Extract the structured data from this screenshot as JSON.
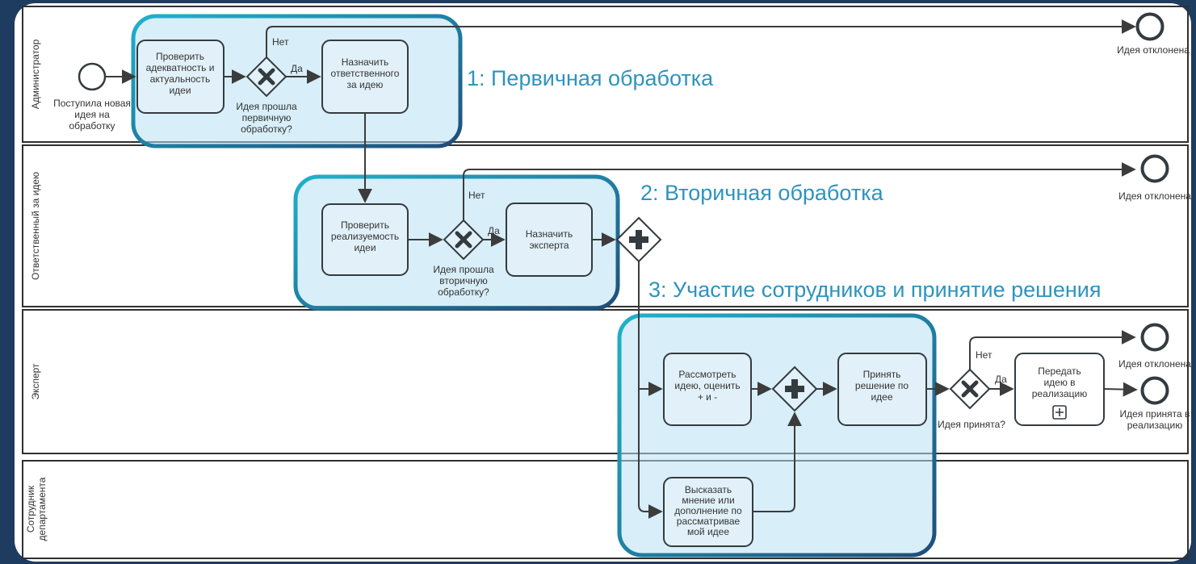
{
  "colors": {
    "background": "#1e3c60",
    "canvas": "#ffffff",
    "lane_border": "#303030",
    "flow": "#3c3c3c",
    "shape_border": "#333b40",
    "shape_fill": "#e2f1f9",
    "group_fill": "rgba(184,224,242,0.55)",
    "group_border_start": "#1fb2cc",
    "group_border_end": "#1f4e7b",
    "group_label": "#2e93be",
    "text": "#333333"
  },
  "pool": {
    "lanes": [
      {
        "label": "Администратор"
      },
      {
        "label": "Ответственный за идею"
      },
      {
        "label": "Эксперт"
      },
      {
        "lines": [
          "Сотрудник",
          "департамента"
        ]
      }
    ]
  },
  "groups": [
    {
      "label": "1: Первичная обработка"
    },
    {
      "label": "2: Вторичная обработка"
    },
    {
      "label": "3: Участие сотрудников и принятие решения"
    }
  ],
  "events": {
    "start": {
      "lines": [
        "Поступила новая",
        "идея на",
        "обработку"
      ]
    },
    "end_rejected_admin": {
      "label": "Идея отклонена"
    },
    "end_rejected_owner": {
      "label": "Идея отклонена"
    },
    "end_rejected_expert": {
      "label": "Идея отклонена"
    },
    "end_accepted": {
      "lines": [
        "Идея принята в",
        "реализацию"
      ]
    }
  },
  "tasks": {
    "check_adequacy": {
      "lines": [
        "Проверить",
        "адекватность и",
        "актуальность",
        "идеи"
      ]
    },
    "assign_owner": {
      "lines": [
        "Назначить",
        "ответственного",
        "за идею"
      ]
    },
    "check_feasibility": {
      "lines": [
        "Проверить",
        "реализуемость",
        "идеи"
      ]
    },
    "assign_expert": {
      "lines": [
        "Назначить",
        "эксперта"
      ]
    },
    "review_idea": {
      "lines": [
        "Рассмотреть",
        "идею, оценить",
        "+ и -"
      ]
    },
    "make_decision": {
      "lines": [
        "Принять",
        "решение по",
        "идее"
      ]
    },
    "transfer_idea": {
      "lines": [
        "Передать",
        "идею в",
        "реализацию"
      ]
    },
    "give_opinion": {
      "lines": [
        "Высказать",
        "мнение или",
        "дополнение по",
        "рассматривае",
        "мой идее"
      ]
    }
  },
  "gateways": {
    "primary": {
      "question": [
        "Идея прошла",
        "первичную",
        "обработку?"
      ],
      "yes": "Да",
      "no": "Нет"
    },
    "secondary": {
      "question": [
        "Идея прошла",
        "вторичную",
        "обработку?"
      ],
      "yes": "Да",
      "no": "Нет"
    },
    "accepted": {
      "question": "Идея принята?",
      "yes": "Да",
      "no": "Нет"
    }
  }
}
